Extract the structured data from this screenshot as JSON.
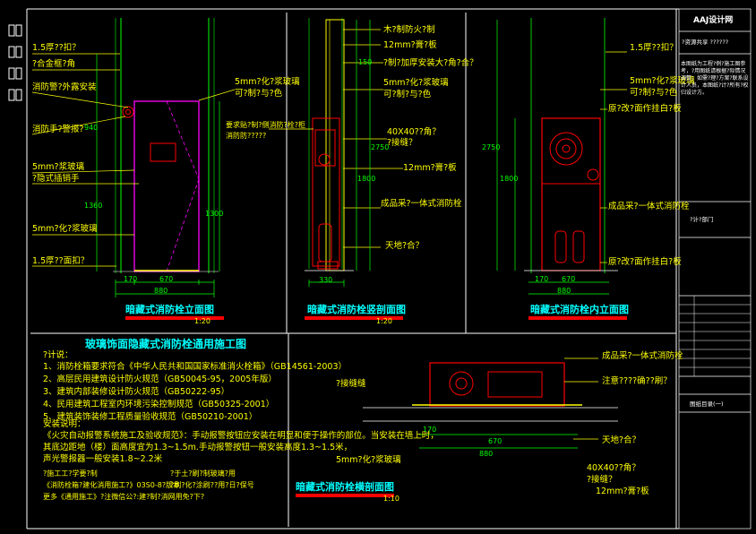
{
  "colors": {
    "bg": "#000000",
    "frame": "#ffffff",
    "dim": "#00ff00",
    "label": "#ffff00",
    "title": "#00ffff",
    "red": "#ff0000",
    "magenta": "#ff00ff",
    "yellowLine": "#ffff00"
  },
  "views": {
    "front": {
      "title": "暗藏式消防栓立面图",
      "scale": "1:20",
      "labels": [
        "1.5厚??扣？",
        "?合金框?角",
        "消防警?外露安装",
        "消防手?警报?",
        "5mm?浆玻璃",
        "?隐式插销手",
        "5mm?化?浆玻璃",
        "1.5厚??面扣？"
      ],
      "right_labels": [
        "5mm?化?浆玻璃",
        "可?制?与?色"
      ],
      "dims_bottom": [
        "170",
        "670",
        "880"
      ],
      "dims_left": [
        "940",
        "1360"
      ],
      "dims_right": [
        "1300"
      ]
    },
    "section": {
      "title": "暗藏式消防栓竖剖面图",
      "scale": "1:20",
      "labels": [
        "木?制防火?制",
        "12mm?膏?板",
        "?制?加厚安装大?角?合？",
        "5mm?化?浆玻璃",
        "可?制?与?色",
        "要求贴?制?侧消防?栓?柜",
        "消防防?????",
        "40X40??角？",
        "?接缝？",
        "12mm?膏?板",
        "成品采?一体式消防栓",
        "天地?合？"
      ],
      "dims_bottom": [
        "330"
      ],
      "dims_left": [
        "150",
        "2750",
        "1800"
      ]
    },
    "inner": {
      "title": "暗藏式消防栓内立面图",
      "scale": "",
      "labels": [
        "1.5厚??扣？",
        "5mm?化?浆玻璃",
        "可?制?与?色",
        "原?改?面作挂白?板",
        "成品采?一体式消防栓",
        "原?改?面作挂白?板"
      ],
      "dims_bottom": [
        "170",
        "670",
        "880"
      ],
      "dims_left": [
        "2750",
        "1800"
      ]
    },
    "plan": {
      "title": "暗藏式消防栓横剖面图",
      "scale": "1:10",
      "labels": [
        "成品采?一体式消防栓",
        "注意????确??刷？",
        "?接缝缝",
        "天地?合？",
        "5mm?化?浆玻璃",
        "40X40??角？",
        "?接缝？",
        "12mm?膏?板"
      ],
      "dims": [
        "170",
        "670",
        "880"
      ]
    }
  },
  "notes": {
    "heading": "玻璃饰面隐藏式消防栓通用施工图",
    "sub": "?计说：",
    "items": [
      "1、消防栓箱要求符合《中华人民共和国国家标准消火栓箱》（GB14561-2003）",
      "2、高层民用建筑设计防火规范（GB50045-95，2005年版）",
      "3、建筑内部装修设计防火规范（GB50222-95）",
      "4、民用建筑工程室内环境污染控制规范（GB50325-2001）",
      "5、建筑装饰装修工程质量验收规范（GB50210-2001）"
    ],
    "install_heading": "安装说明：",
    "install": [
      "《火灾自动报警系统施工及验收规范》：手动报警按钮应安装在明显和便于操作的部位。当安装在墙上时，",
      "其底边距地（楼）面高度宜为1.3~1.5m.手动报警按钮一般安装高度1.3~1.5米，",
      "声光警报器一般安装1.8~2.2米"
    ],
    "footer": [
      "?施工工?学要?制",
      "?于土?刷?制玻璃?用",
      "《消防栓箱?建化消用施工?》03S0-8?版本",
      "?刷?化?涂刷??用?日?保号",
      "更多《通用施工》?注微信公?:建?制?消网用免?下?"
    ]
  },
  "titleblock": {
    "logo": "AAJ设计网",
    "name": "?资源共享 ??????",
    "desc": "本图纸为工程?例?施工图参考，?用图纸请根据?际情况调整；如需?理?方案?联系设计人员，本图纸?计?所有?权归设计方。",
    "field": "?计?部门",
    "sheet": "图纸目录(一)"
  }
}
